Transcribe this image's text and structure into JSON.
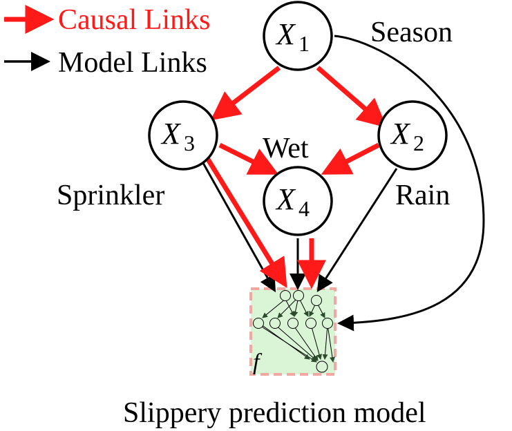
{
  "legend": {
    "causal_label": "Causal Links",
    "model_label": "Model Links",
    "causal_color": "#ff1a1a",
    "model_color": "#000000"
  },
  "nodes": {
    "x1": {
      "var": "X",
      "sub": "1",
      "label": "Season"
    },
    "x2": {
      "var": "X",
      "sub": "2",
      "label": "Rain"
    },
    "x3": {
      "var": "X",
      "sub": "3",
      "label": "Sprinkler"
    },
    "x4": {
      "var": "X",
      "sub": "4",
      "label": "Wet"
    }
  },
  "model": {
    "symbol": "f",
    "caption": "Slippery prediction model",
    "fill_color": "#d9f5d6",
    "border_color": "#f0a8a0"
  },
  "edges": {
    "causal": [
      {
        "from": "X1",
        "to": "X3"
      },
      {
        "from": "X1",
        "to": "X2"
      },
      {
        "from": "X3",
        "to": "X4"
      },
      {
        "from": "X2",
        "to": "X4"
      },
      {
        "from": "X3",
        "to": "f"
      },
      {
        "from": "X4",
        "to": "f"
      }
    ],
    "model": [
      {
        "from": "X1",
        "to": "f"
      },
      {
        "from": "X2",
        "to": "f"
      },
      {
        "from": "X3",
        "to": "f"
      },
      {
        "from": "X4",
        "to": "f"
      }
    ]
  }
}
